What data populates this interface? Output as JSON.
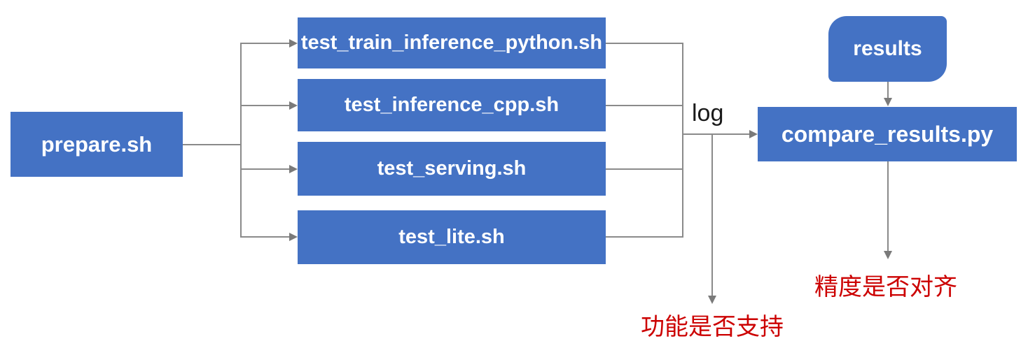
{
  "diagram": {
    "nodes": {
      "prepare": {
        "label": "prepare.sh"
      },
      "tests": [
        {
          "label": "test_train_inference_python.sh"
        },
        {
          "label": "test_inference_cpp.sh"
        },
        {
          "label": "test_serving.sh"
        },
        {
          "label": "test_lite.sh"
        }
      ],
      "compare": {
        "label": "compare_results.py"
      },
      "results": {
        "label": "results"
      }
    },
    "annotations": {
      "log_label": "log",
      "function_support": "功能是否支持",
      "precision_aligned": "精度是否对齐"
    },
    "colors": {
      "node_fill": "#4472c4",
      "node_text": "#ffffff",
      "connector": "#8a8a8a",
      "arrowhead": "#7a7a7a",
      "annotation_red": "#cc0000",
      "annotation_black": "#1a1a1a"
    }
  }
}
